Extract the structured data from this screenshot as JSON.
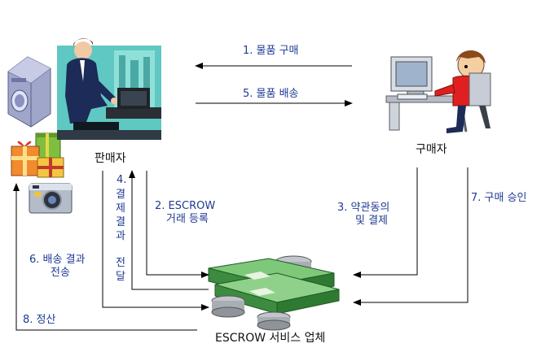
{
  "actors": {
    "seller": "판매자",
    "buyer": "구매자",
    "escrow": "ESCROW 서비스 업체"
  },
  "steps": {
    "s1": "1. 물품 구매",
    "s2_line1": "2. ESCROW",
    "s2_line2": "거래 등록",
    "s3_line1": "3. 약관동의",
    "s3_line2": "및 결제",
    "s4_num": "4.",
    "s4_col1": "결제결과",
    "s4_col2": "전달",
    "s5": "5. 물품 배송",
    "s6_line1": "6. 배송 결과",
    "s6_line2": "전송",
    "s7": "7. 구매 승인",
    "s8": "8. 정산"
  },
  "colors": {
    "label": "#1f3a93",
    "arrow": "#000000",
    "money": "#2e8b3a"
  },
  "icons": [
    "washing-machine-icon",
    "gift-boxes-icon",
    "camera-icon",
    "seller-at-computer-icon",
    "buyer-at-computer-icon",
    "money-stack-icon"
  ]
}
